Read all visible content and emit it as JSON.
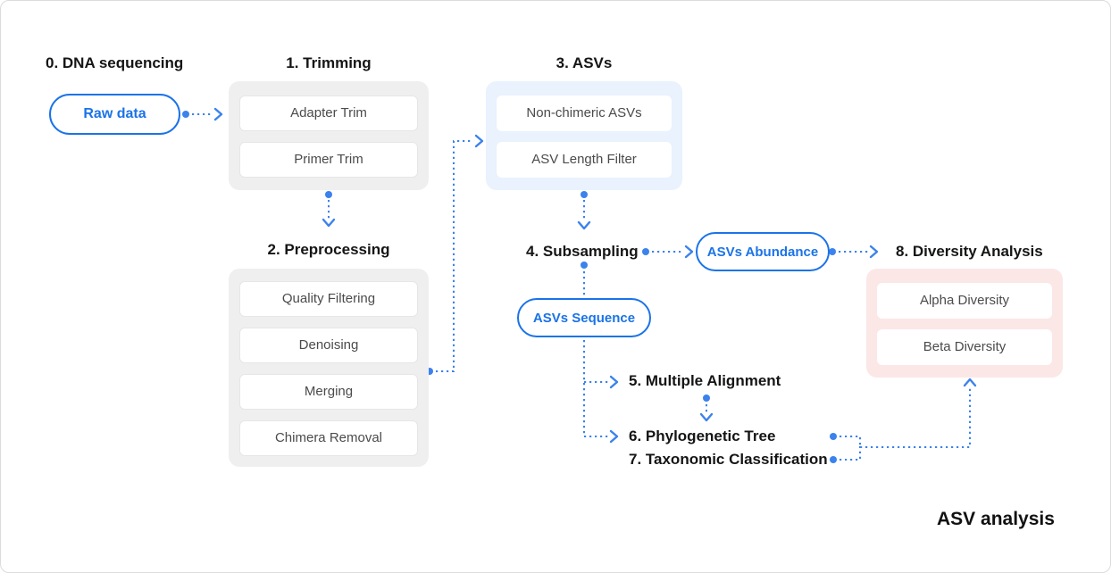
{
  "title": "ASV analysis",
  "colors": {
    "accent_blue": "#1a73e8",
    "connector_blue": "#3b82ec",
    "stage_gray_bg": "#efefef",
    "asv_blue_bg": "#e9f2fd",
    "diversity_pink_bg": "#fce7e7"
  },
  "stages": {
    "dna_sequencing": {
      "heading": "0. DNA sequencing"
    },
    "trimming": {
      "heading": "1. Trimming",
      "items": [
        "Adapter Trim",
        "Primer Trim"
      ]
    },
    "preprocessing": {
      "heading": "2. Preprocessing",
      "items": [
        "Quality Filtering",
        "Denoising",
        "Merging",
        "Chimera Removal"
      ]
    },
    "asvs": {
      "heading": "3. ASVs",
      "items": [
        "Non-chimeric ASVs",
        "ASV Length Filter"
      ]
    },
    "subsampling": {
      "heading": "4. Subsampling"
    },
    "multiple_alignment": {
      "heading": "5. Multiple Alignment"
    },
    "phylogenetic_tree": {
      "heading": "6. Phylogenetic Tree"
    },
    "taxonomic_classification": {
      "heading": "7. Taxonomic Classification"
    },
    "diversity_analysis": {
      "heading": "8. Diversity Analysis",
      "items": [
        "Alpha Diversity",
        "Beta Diversity"
      ]
    }
  },
  "pills": {
    "raw_data": "Raw data",
    "asvs_abundance": "ASVs Abundance",
    "asvs_sequence": "ASVs Sequence"
  }
}
